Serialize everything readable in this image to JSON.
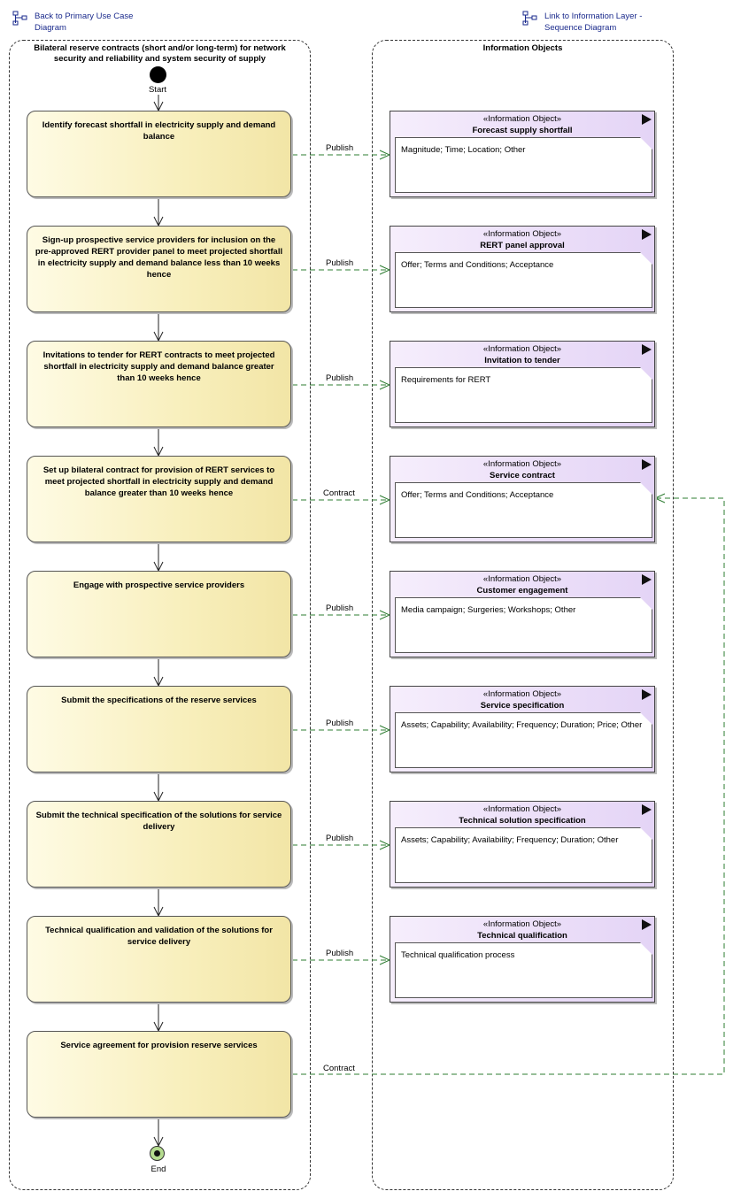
{
  "links": {
    "back": "Back to Primary Use Case Diagram",
    "forward": "Link to Information Layer - Sequence Diagram"
  },
  "lanes": {
    "process_title": "Bilateral reserve contracts (short and/or long-term) for network security and reliability and system security of supply",
    "info_title": "Information Objects"
  },
  "nodes": {
    "start": "Start",
    "end": "End"
  },
  "actions": [
    "Identify forecast shortfall in electricity supply and demand balance",
    "Sign-up prospective service providers for inclusion on the pre-approved RERT provider panel to meet projected shortfall in electricity supply and demand balance less than 10 weeks hence",
    "Invitations to tender for RERT contracts to meet projected shortfall in electricity supply and demand balance greater than 10 weeks hence",
    "Set up bilateral contract for provision of RERT services to meet projected shortfall in electricity supply and demand balance greater than 10 weeks hence",
    "Engage with prospective service providers",
    "Submit the specifications of the reserve services",
    "Submit the technical specification of the solutions for service delivery",
    "Technical qualification and validation of the solutions for service delivery",
    "Service agreement for provision reserve services"
  ],
  "stereotype": "«Information Object»",
  "info_objects": [
    {
      "name": "Forecast supply shortfall",
      "attrs": "Magnitude; Time; Location; Other"
    },
    {
      "name": "RERT panel approval",
      "attrs": "Offer; Terms and Conditions; Acceptance"
    },
    {
      "name": "Invitation to tender",
      "attrs": "Requirements for RERT"
    },
    {
      "name": "Service contract",
      "attrs": "Offer; Terms and Conditions; Acceptance"
    },
    {
      "name": "Customer engagement",
      "attrs": "Media campaign; Surgeries; Workshops; Other"
    },
    {
      "name": "Service specification",
      "attrs": "Assets; Capability; Availability; Frequency; Duration; Price; Other"
    },
    {
      "name": "Technical solution specification",
      "attrs": "Assets; Capability; Availability; Frequency; Duration; Other"
    },
    {
      "name": "Technical qualification",
      "attrs": "Technical qualification process"
    }
  ],
  "flows": [
    "Publish",
    "Publish",
    "Publish",
    "Contract",
    "Publish",
    "Publish",
    "Publish",
    "Publish",
    "Contract"
  ],
  "colors": {
    "action_fill": "#f8efbc",
    "info_fill": "#e4d4f6",
    "flow_line": "#2e7d32",
    "link_text": "#1a2a8c",
    "end_fill": "#b5dc8f"
  }
}
